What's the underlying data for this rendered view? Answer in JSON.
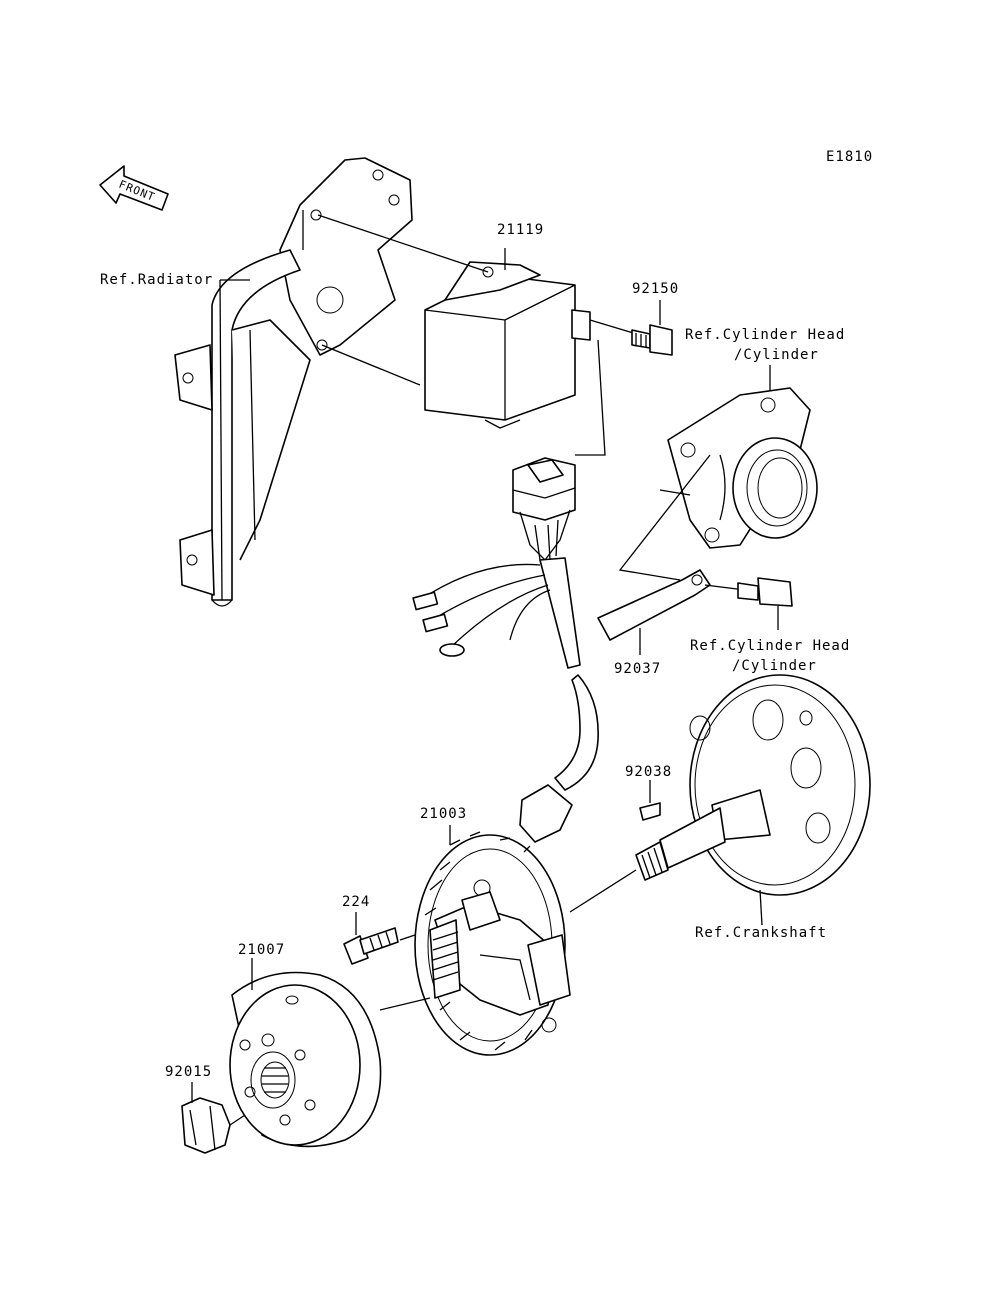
{
  "figure_code": "E1810",
  "front_arrow": "FRONT",
  "labels": {
    "p21119": "21119",
    "p92150": "92150",
    "ref_radiator": "Ref.Radiator",
    "ref_cyl_head_1a": "Ref.Cylinder Head",
    "ref_cyl_head_1b": "/Cylinder",
    "ref_cyl_head_2a": "Ref.Cylinder Head",
    "ref_cyl_head_2b": "/Cylinder",
    "p92037": "92037",
    "p92038": "92038",
    "p21003": "21003",
    "p224": "224",
    "p21007": "21007",
    "p92015": "92015",
    "ref_crankshaft": "Ref.Crankshaft"
  }
}
